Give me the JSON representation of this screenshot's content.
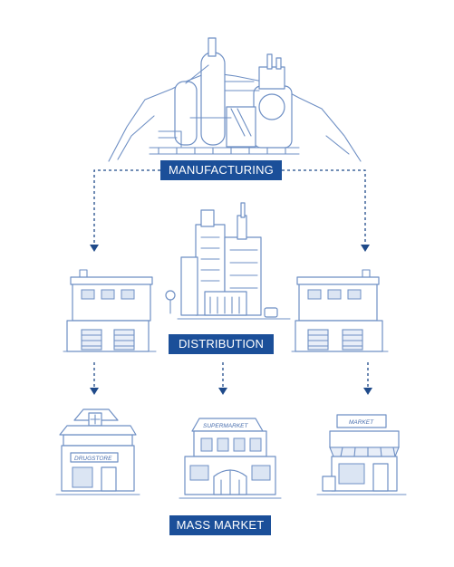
{
  "labels": {
    "manufacturing": "MANUFACTURING",
    "distribution": "DISTRIBUTION",
    "mass_market": "MASS MARKET"
  },
  "signs": {
    "drugstore": "DRUGSTORE",
    "supermarket": "SUPERMARKET",
    "market": "MARKET"
  },
  "colors": {
    "label_background": "#1b4f99",
    "label_text": "#ffffff",
    "arrow": "#1f4a8a",
    "sketch_line": "#6e8fc4"
  }
}
